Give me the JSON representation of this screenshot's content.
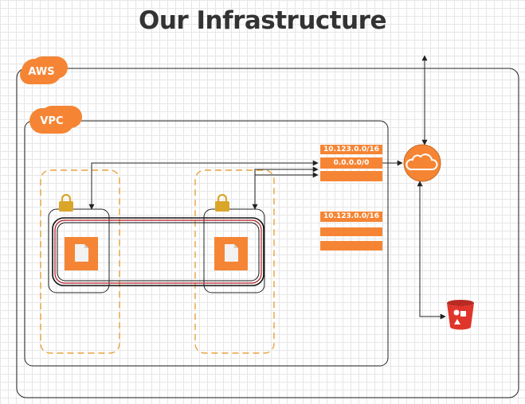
{
  "title": "Our Infrastructure",
  "badges": {
    "aws": "AWS",
    "vpc": "VPC"
  },
  "route_tables": {
    "public": {
      "rows": [
        "10.123.0.0/16",
        "0.0.0.0/0"
      ]
    },
    "private": {
      "rows": [
        "10.123.0.0/16"
      ]
    }
  },
  "icons": {
    "lock": "lock-icon",
    "instance": "ec2-instance-icon",
    "internet_gateway": "cloud-icon",
    "bucket": "s3-bucket-icon"
  },
  "colors": {
    "orange": "#f58534",
    "subnet_border": "#e8a33d",
    "lock": "#d9a629",
    "bucket": "#e0352b",
    "line": "#333333"
  }
}
